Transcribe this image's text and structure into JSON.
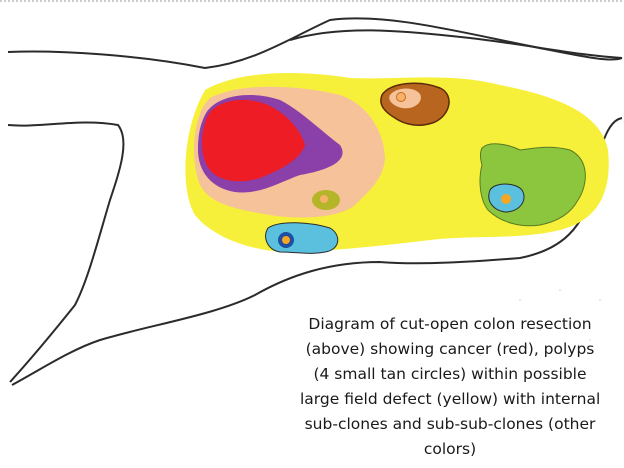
{
  "caption": {
    "lines": [
      "Diagram of cut-open colon resection",
      "(above) showing cancer (red), polyps",
      "(4 small tan circles) within possible",
      "large field defect (yellow) with internal",
      "sub-clones and sub-sub-clones (other",
      "colors)"
    ]
  },
  "colors": {
    "outline": "#2b2b2b",
    "field_defect": "#f7f03a",
    "cancer": "#ee1c24",
    "cancer_border": "#8b3fa8",
    "peach_region": "#f5c29a",
    "brown_subclone": "#b8661f",
    "green_subclone": "#8cc63f",
    "blue_subclone": "#5bc0de",
    "olive_subclone": "#b5b52a",
    "polyp_tan": "#f6b26b"
  }
}
